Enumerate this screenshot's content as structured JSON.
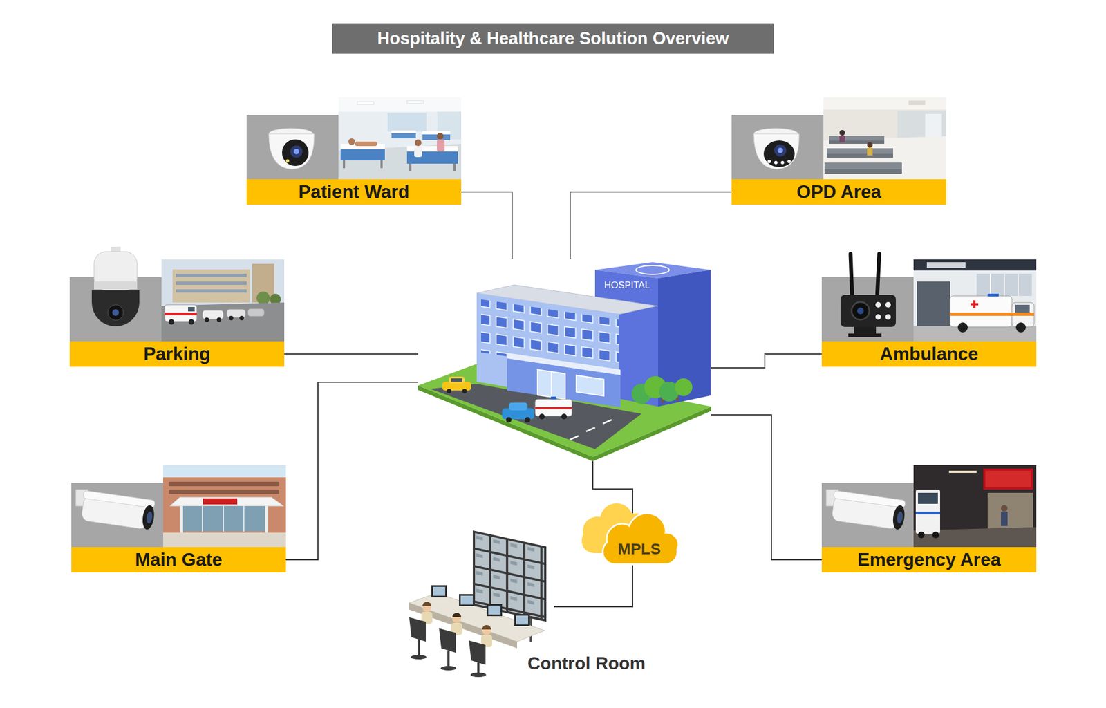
{
  "diagram": {
    "title": "Hospitality & Healthcare Solution Overview",
    "nodes": [
      {
        "text": [
          "Patient Ward"
        ]
      },
      {
        "text": [
          "OPD Area"
        ]
      },
      {
        "text": [
          "Parking"
        ]
      },
      {
        "text": [
          "HOSPITAL"
        ]
      },
      {
        "text": [
          "Ambulance"
        ]
      },
      {
        "text": [
          "Main Gate"
        ]
      },
      {
        "text": [
          "Emergency Area"
        ]
      },
      {
        "text": [
          "MPLS"
        ]
      },
      {
        "text": [
          "Control Room"
        ]
      }
    ],
    "edges": [
      {
        "from": 0,
        "to": 3,
        "arrow": "none"
      },
      {
        "from": 1,
        "to": 3,
        "arrow": "none"
      },
      {
        "from": 2,
        "to": 3,
        "arrow": "none"
      },
      {
        "from": 4,
        "to": 3,
        "arrow": "none"
      },
      {
        "from": 5,
        "to": 3,
        "arrow": "none"
      },
      {
        "from": 6,
        "to": 3,
        "arrow": "none"
      },
      {
        "from": 3,
        "to": 7,
        "arrow": "none"
      },
      {
        "from": 7,
        "to": 8,
        "arrow": "none"
      }
    ]
  }
}
